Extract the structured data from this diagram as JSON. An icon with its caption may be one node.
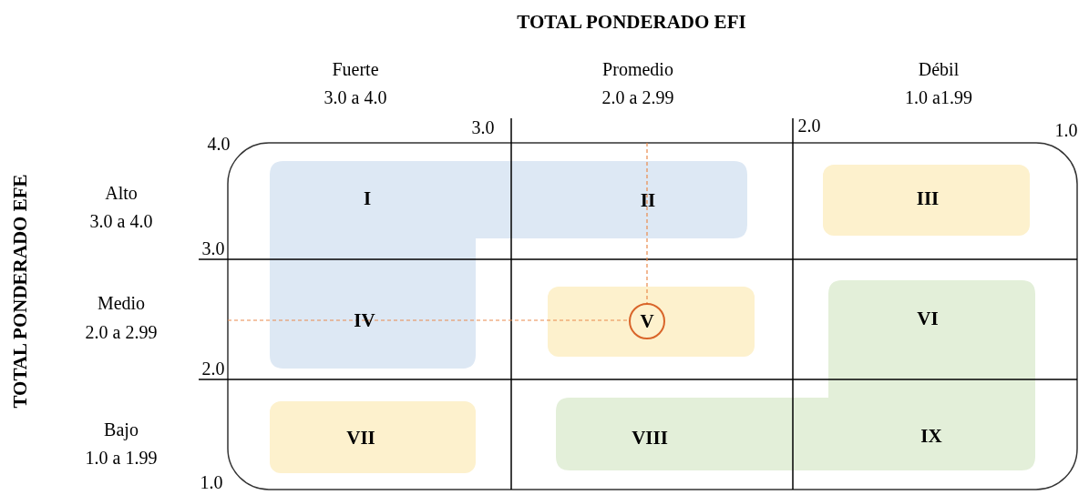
{
  "diagram": {
    "title": "TOTAL PONDERADO EFI",
    "nodes": [
      {
        "text": [
          "I"
        ]
      },
      {
        "text": [
          "II"
        ]
      },
      {
        "text": [
          "III"
        ]
      },
      {
        "text": [
          "IV"
        ]
      },
      {
        "text": [
          "V"
        ]
      },
      {
        "text": [
          "VI"
        ]
      },
      {
        "text": [
          "VII"
        ]
      },
      {
        "text": [
          "VIII"
        ]
      },
      {
        "text": [
          "IX"
        ]
      }
    ],
    "labels": [
      "Fuerte",
      "Promedio",
      "Débil",
      "3.0 a 4.0",
      "2.0 a 2.99",
      "1.0 a1.99",
      "3.0",
      "2.0",
      "1.0",
      "TOTAL PONDERADO EFE",
      "4.0",
      "Alto",
      "3.0 a 4.0",
      "3.0",
      "Medio",
      "2.0 a 2.99",
      "2.0",
      "Bajo",
      "1.0 a 1.99",
      "1.0"
    ]
  }
}
